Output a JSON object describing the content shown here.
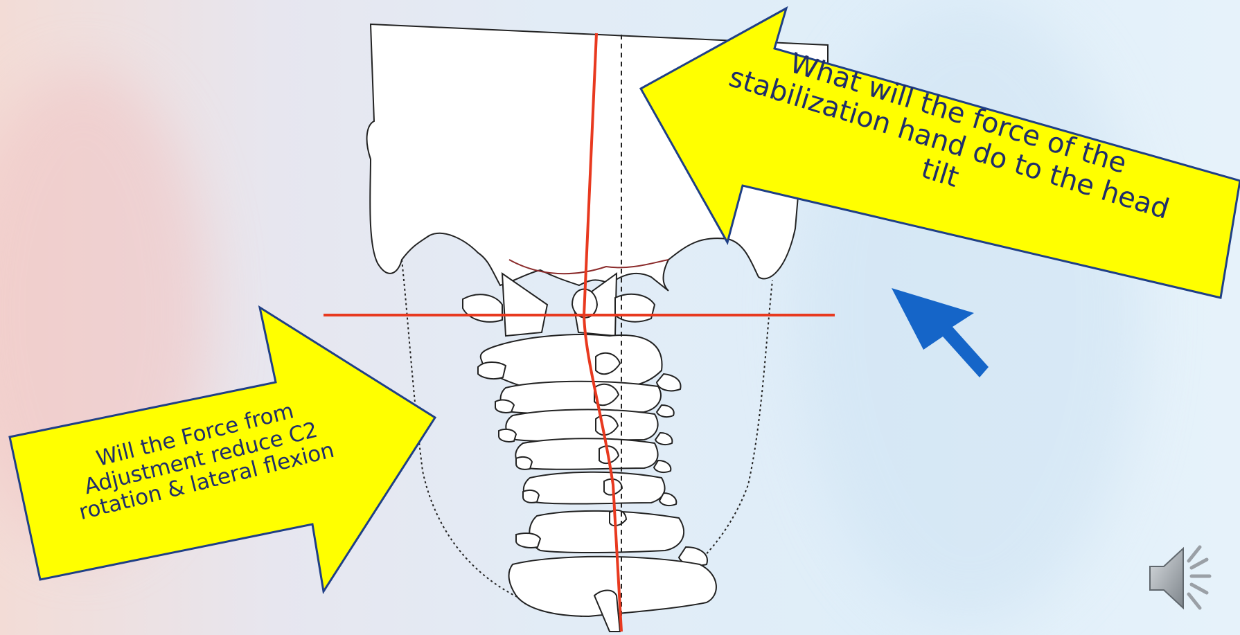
{
  "slide": {
    "right_callout": {
      "line1": "What will the force of the",
      "line2": "stabilization hand do to the head",
      "line3": "tilt"
    },
    "left_callout": {
      "line1": "Will the Force from",
      "line2": "Adjustment reduce C2",
      "line3": "rotation & lateral flexion"
    }
  },
  "colors": {
    "callout_fill": "#ffff00",
    "callout_border": "#1f3f86",
    "text": "#1f2d6b",
    "reference_line": "#e8391f",
    "force_arrow": "#1565c8"
  },
  "icons": {
    "audio": "speaker-icon"
  }
}
